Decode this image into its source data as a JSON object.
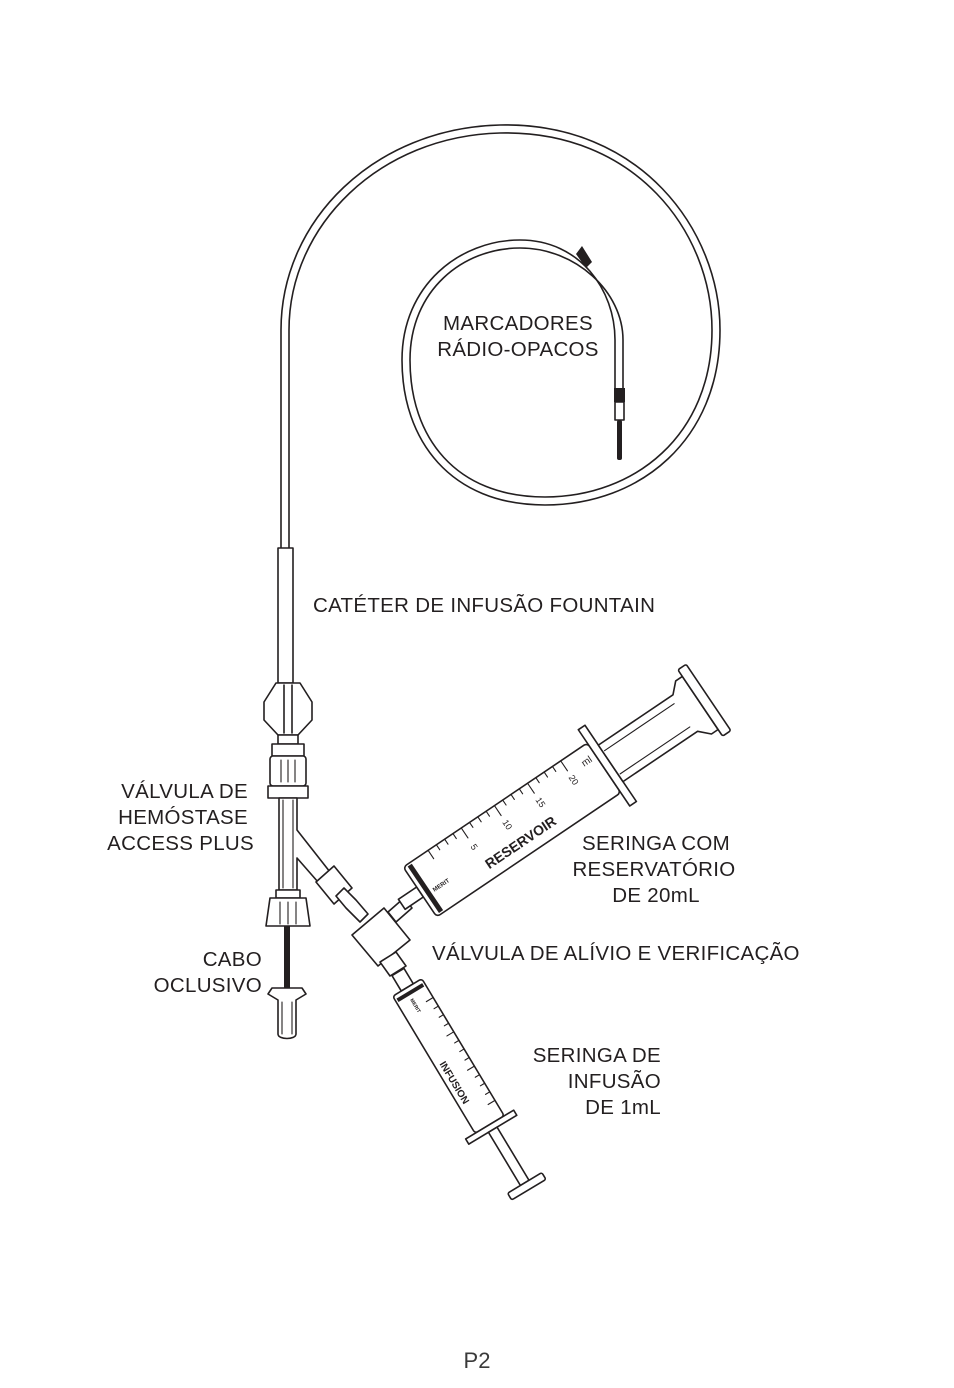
{
  "labels": {
    "markers": [
      "MARCADORES",
      "RÁDIO-OPACOS"
    ],
    "catheter": "CATÉTER DE INFUSÃO FOUNTAIN",
    "hemostasis": [
      "VÁLVULA DE",
      "HEMÓSTASE",
      "ACCESS PLUS"
    ],
    "reservoir_syringe": [
      "SERINGA COM",
      "RESERVATÓRIO",
      "DE 20mL"
    ],
    "relief_valve": "VÁLVULA DE ALÍVIO E VERIFICAÇÃO",
    "occluder": [
      "CABO",
      "OCLUSIVO"
    ],
    "infusion_syringe": [
      "SERINGA DE",
      "INFUSÃO",
      "DE 1mL"
    ]
  },
  "reservoir_markings": {
    "brand": "RESERVOIR",
    "maker": "MERIT",
    "unit": "ml",
    "ticks": [
      "5",
      "10",
      "15",
      "20"
    ]
  },
  "infusion_markings": {
    "brand": "INFUSION",
    "maker": "MERIT"
  },
  "page_number": "P2"
}
